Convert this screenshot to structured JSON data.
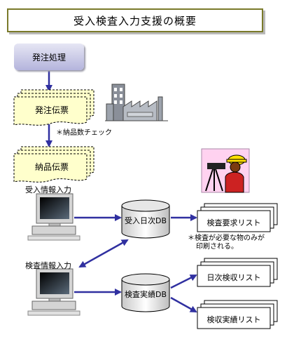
{
  "title": "受入検査入力支援の概要",
  "nodes": {
    "order_process": "発注処理",
    "order_slip": "発注伝票",
    "delivery_slip": "納品伝票",
    "receive_input_label": "受入情報入力",
    "inspect_input_label": "検査情報入力",
    "daily_receive_db": "受入日次DB",
    "inspection_db": "検査実績DB",
    "request_list": "検査要求リスト",
    "daily_list": "日次検収リスト",
    "record_list": "検収実績リスト"
  },
  "notes": {
    "quantity_check": "＊納品数チェック",
    "print_note_line1": "＊検査が必要な物のみが",
    "print_note_line2": "印刷される。"
  },
  "icons": [
    "factory-icon",
    "inspector-icon",
    "computer-icon",
    "computer-icon"
  ],
  "colors": {
    "slip_fill": "#ffffcc",
    "process_fill": "#c8c8e8",
    "arrow": "#3030a0",
    "title_border": "#7a7a2a"
  }
}
